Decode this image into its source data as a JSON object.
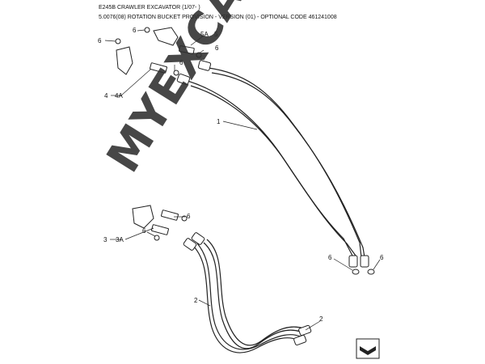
{
  "header": {
    "line1": "E245B CRAWLER EXCAVATOR (1/07- )",
    "line2": "5.0076(08) ROTATION BUCKET PROVISION - VERSION (01) - OPTIONAL CODE 461241008"
  },
  "watermark": "MYEXCAVATOR.RU",
  "callouts": {
    "c1": "1",
    "c2a": "2",
    "c2b": "2",
    "c3": "3",
    "c3a": "3A",
    "c4": "4",
    "c4a": "4A",
    "c5": "5",
    "c5a": "5A",
    "c6a": "6",
    "c6b": "6",
    "c6c": "6",
    "c6d": "6",
    "c6e": "6",
    "c6f": "6"
  },
  "icons": {
    "nav": "page-navigation-icon"
  }
}
